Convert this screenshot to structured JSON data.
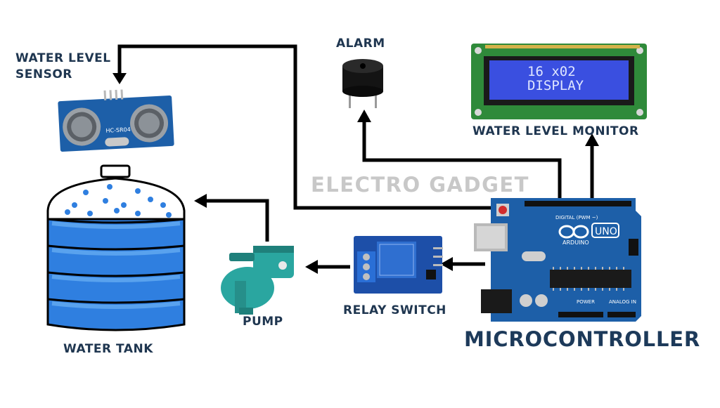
{
  "labels": {
    "water_level_sensor_line1": "WATER LEVEL",
    "water_level_sensor_line2": "SENSOR",
    "alarm": "ALARM",
    "water_level_monitor": "WATER LEVEL MONITOR",
    "water_tank": "WATER TANK",
    "pump": "PUMP",
    "relay_switch": "RELAY SWITCH",
    "microcontroller": "MICROCONTROLLER"
  },
  "watermark": "ELECTRO GADGET",
  "lcd": {
    "line1": "16 x02",
    "line2": "DISPLAY"
  },
  "board": {
    "brand": "ARDUINO",
    "model": "UNO",
    "digital_header": "DIGITAL (PWM ~)",
    "power_header": "POWER",
    "analog_header": "ANALOG IN"
  },
  "sensor": {
    "model": "HC-SR04"
  },
  "colors": {
    "connector_line": "#000000",
    "label_text": "#1f3650",
    "water": "#2f7fe0",
    "board": "#1d5fa8",
    "lcd_screen": "#3a4fe0",
    "pcb_green": "#2f8a3a"
  }
}
